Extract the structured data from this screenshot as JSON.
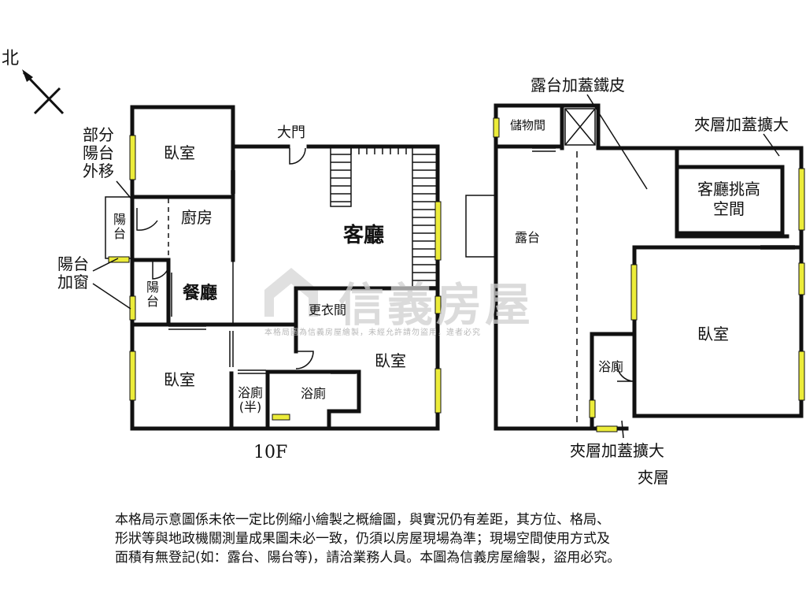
{
  "compass": {
    "north_label": "北"
  },
  "floor_label": "10F",
  "mezzanine_label": "夾層",
  "rooms_10f": {
    "bedroom_top_left": "臥室",
    "kitchen": "廚房",
    "balcony_1": "陽台",
    "balcony_2": "陽台",
    "dining": "餐廳",
    "living": "客廳",
    "dressing": "更衣間",
    "bedroom_right": "臥室",
    "bedroom_bottom_left": "臥室",
    "bath_half": "浴廁(半)",
    "bath": "浴廁",
    "entrance": "大門"
  },
  "rooms_mezz": {
    "storage": "儲物間",
    "terrace": "露台",
    "double_height": "客廳挑高空間",
    "bedroom": "臥室",
    "bath": "浴廁"
  },
  "annotations": {
    "balcony_moved": "部分陽台外移",
    "balcony_window": "陽台加窗",
    "terrace_roof": "露台加蓋鐵皮",
    "mezz_ext_top": "夾層加蓋擴大",
    "mezz_ext_bottom": "夾層加蓋擴大"
  },
  "watermark": {
    "brand": "信義房屋",
    "notice": "本格局圖為信義房屋繪製，未經允許請勿盜用，違者必究"
  },
  "disclaimer": [
    "本格局示意圖係未依一定比例縮小繪製之概繪圖，與實況仍有差距，其方位、格局、",
    "形狀等與地政機關測量成果圖未必一致，仍須以房屋現場為準；現場空間使用方式及",
    "面積有無登記(如：露台、陽台等)，請洽業務人員。本圖為信義房屋繪製，盜用必究。"
  ],
  "colors": {
    "wall": "#111111",
    "window": "#ecec3a",
    "watermark": "#d0d0d0"
  }
}
